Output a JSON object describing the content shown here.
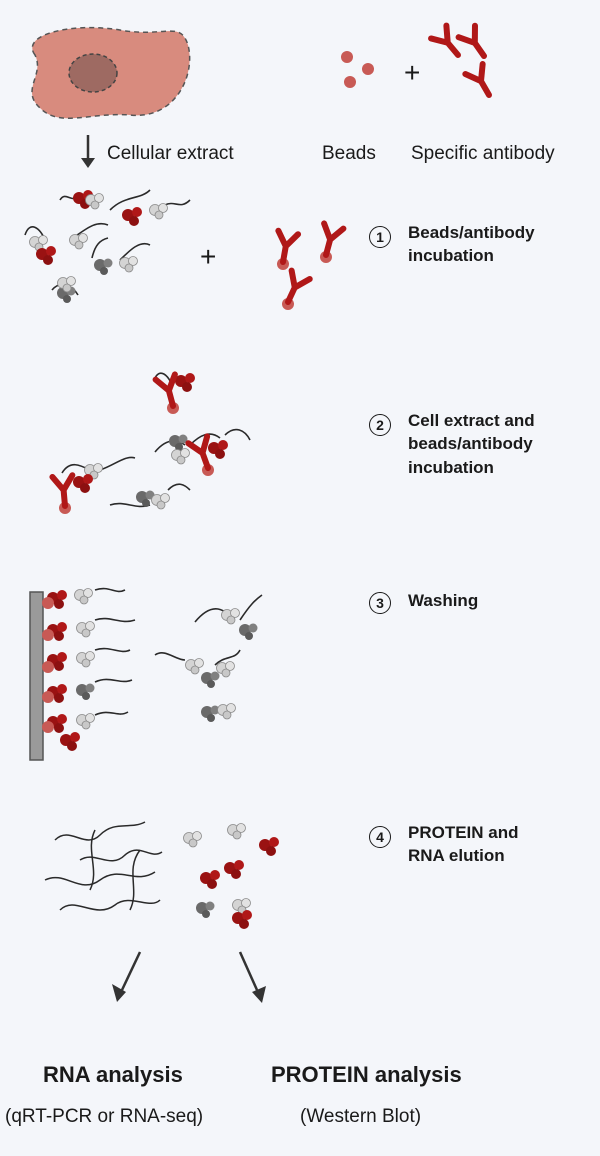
{
  "labels": {
    "cellular_extract": "Cellular extract",
    "beads": "Beads",
    "specific_antibody": "Specific antibody",
    "plus": "+"
  },
  "steps": [
    {
      "number": "1",
      "lines": [
        "Beads/antibody",
        "incubation"
      ]
    },
    {
      "number": "2",
      "lines": [
        "Cell extract and",
        "beads/antibody",
        "incubation"
      ]
    },
    {
      "number": "3",
      "lines": [
        "Washing"
      ]
    },
    {
      "number": "4",
      "lines": [
        "PROTEIN and",
        "RNA elution"
      ]
    }
  ],
  "outputs": {
    "rna": {
      "title": "RNA analysis",
      "subtitle": "(qRT-PCR or RNA-seq)"
    },
    "protein": {
      "title": "PROTEIN analysis",
      "subtitle": "(Western Blot)"
    }
  },
  "colors": {
    "cell_body": "#d88b7e",
    "nucleus": "#9e6a62",
    "bead": "#c85a55",
    "antibody": "#b01818",
    "target_protein": "#9a1212",
    "grey_protein": "#6a6a6a",
    "light_protein": "#cfcfcf",
    "column": "#9a9a9a"
  }
}
